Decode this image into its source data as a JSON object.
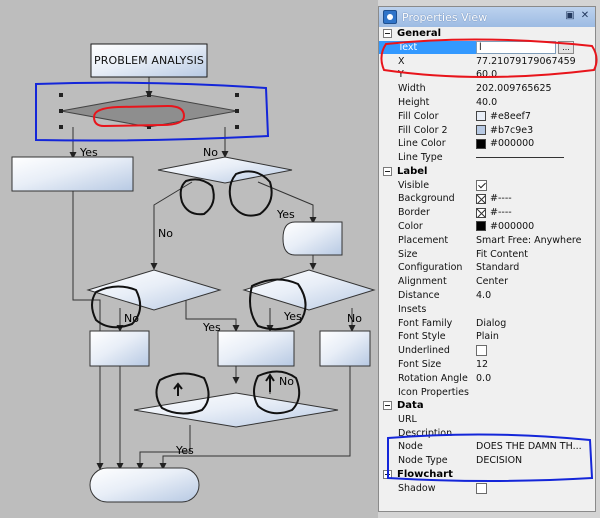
{
  "canvas": {
    "title_box": "PROBLEM ANALYSIS",
    "labels": {
      "yes_left": "Yes",
      "no_top": "No",
      "yes_mid": "Yes",
      "no_left": "No",
      "no_sub_left": "No",
      "yes_sub_left": "Yes",
      "yes_sub_right": "Yes",
      "no_sub_right": "No",
      "no_bottom": "No",
      "yes_bottom": "Yes"
    }
  },
  "panel": {
    "title": "Properties View",
    "sections": {
      "general": "General",
      "label": "Label",
      "data": "Data",
      "flowchart": "Flowchart"
    },
    "general": {
      "text_key": "Text",
      "text_value": "l",
      "ellipsis": "...",
      "x_key": "X",
      "x_value": "77.21079179067459",
      "y_key": "Y",
      "y_value": "60.0",
      "width_key": "Width",
      "width_value": "202.009765625",
      "height_key": "Height",
      "height_value": "40.0",
      "fill_color_key": "Fill Color",
      "fill_color_value": "#e8eef7",
      "fill_color2_key": "Fill Color 2",
      "fill_color2_value": "#b7c9e3",
      "line_color_key": "Line Color",
      "line_color_value": "#000000",
      "line_type_key": "Line Type"
    },
    "label": {
      "visible_key": "Visible",
      "background_key": "Background",
      "background_value": "#----",
      "border_key": "Border",
      "border_value": "#----",
      "color_key": "Color",
      "color_value": "#000000",
      "placement_key": "Placement",
      "placement_value": "Smart Free: Anywhere",
      "size_key": "Size",
      "size_value": "Fit Content",
      "configuration_key": "Configuration",
      "configuration_value": "Standard",
      "alignment_key": "Alignment",
      "alignment_value": "Center",
      "distance_key": "Distance",
      "distance_value": "4.0",
      "insets_key": "Insets",
      "font_family_key": "Font Family",
      "font_family_value": "Dialog",
      "font_style_key": "Font Style",
      "font_style_value": "Plain",
      "underlined_key": "Underlined",
      "font_size_key": "Font Size",
      "font_size_value": "12",
      "rotation_angle_key": "Rotation Angle",
      "rotation_angle_value": "0.0",
      "icon_properties_key": "Icon Properties"
    },
    "data": {
      "url_key": "URL",
      "description_key": "Description",
      "node_key": "Node",
      "node_value": "DOES THE DAMN TH...",
      "node_type_key": "Node Type",
      "node_type_value": "DECISION"
    },
    "flowchart": {
      "shadow_key": "Shadow"
    }
  },
  "colors": {
    "canvas_bg": "#bdbdbd",
    "node_fill": "#e8eef7",
    "node_fill2": "#b7c9e3",
    "selected_diamond": "#8a8a8a",
    "annotation_red": "#e8141b",
    "annotation_blue": "#1426d9",
    "annotation_black": "#111111"
  }
}
